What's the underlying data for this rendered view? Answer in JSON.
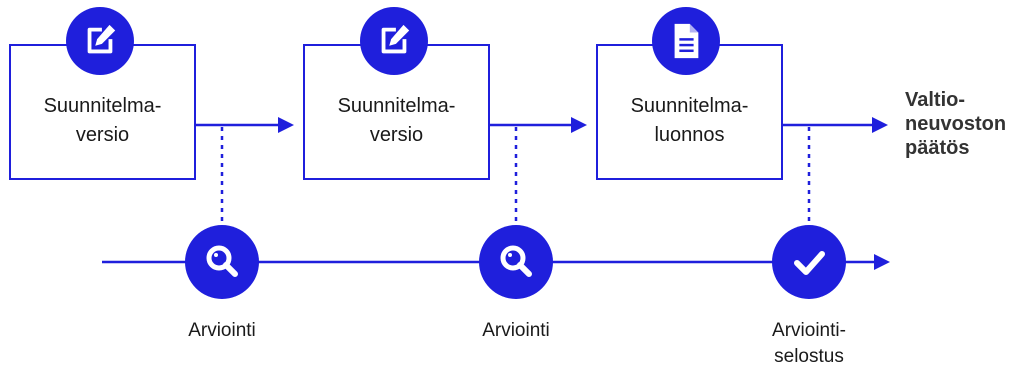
{
  "colors": {
    "accent": "#1f1fdc",
    "text": "#1a1a1a",
    "outcome_text": "#333333"
  },
  "plans": [
    {
      "label": "Suunnitelma-\nversio",
      "icon": "edit-document-icon"
    },
    {
      "label": "Suunnitelma-\nversio",
      "icon": "edit-document-icon"
    },
    {
      "label": "Suunnitelma-\nluonnos",
      "icon": "document-icon"
    }
  ],
  "evaluations": [
    {
      "label": "Arviointi",
      "icon": "magnifier-icon"
    },
    {
      "label": "Arviointi",
      "icon": "magnifier-icon"
    },
    {
      "label": "Arviointi-\nselostus",
      "icon": "checkmark-icon"
    }
  ],
  "outcome": {
    "label": "Valtio-\nneuvoston\npäätös"
  }
}
